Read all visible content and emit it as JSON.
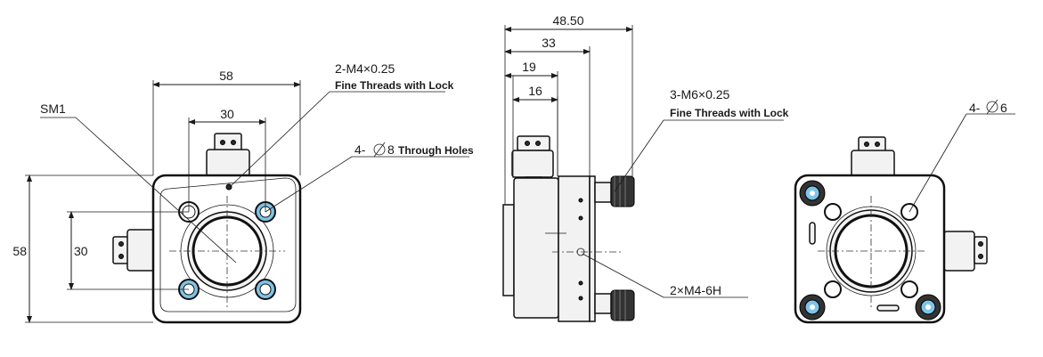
{
  "front_view": {
    "width_dim": "58",
    "height_dim": "58",
    "inner_width_dim": "30",
    "inner_height_dim": "30",
    "sm_label": "SM1",
    "screw_label": "2-M4×0.25",
    "screw_note": "Fine Threads with Lock",
    "holes_label_prefix": "4-",
    "holes_label_diam": "8",
    "holes_note": "Through Holes"
  },
  "side_view": {
    "dim_total": "48.50",
    "dim_a": "33",
    "dim_b": "19",
    "dim_c": "16",
    "screw_label": "3-M6×0.25",
    "screw_note": "Fine Threads with Lock",
    "tap_label": "2×M4-6H"
  },
  "back_view": {
    "holes_label_prefix": "4-",
    "holes_label_diam": "6"
  },
  "colors": {
    "line": "#1a1a1a",
    "hole_highlight": "#7fc4e8",
    "body_fill": "#ffffff"
  }
}
